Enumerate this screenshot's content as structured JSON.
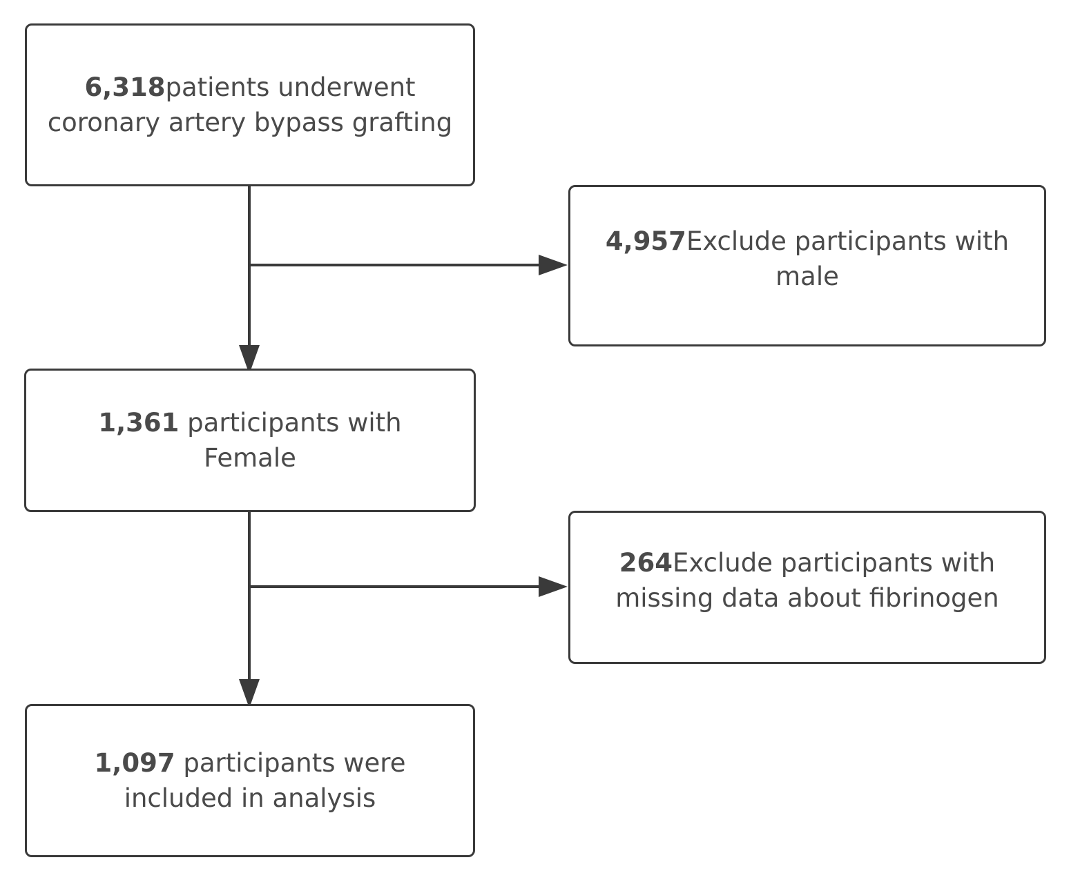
{
  "flowchart": {
    "box_total": {
      "count": "6,318",
      "text": "patients underwent coronary artery bypass grafting"
    },
    "box_excluded_male": {
      "count": "4,957",
      "text": "Exclude participants with male"
    },
    "box_female": {
      "count": "1,361",
      "text": " participants with Female"
    },
    "box_excluded_fibrinogen": {
      "count": "264",
      "text": "Exclude participants with missing data about fibrinogen"
    },
    "box_final": {
      "count": "1,097",
      "text": " participants were included in analysis"
    }
  },
  "colors": {
    "border": "#3a3a3a",
    "text": "#4a4a4a",
    "arrow": "#3a3a3a",
    "background": "#ffffff"
  }
}
